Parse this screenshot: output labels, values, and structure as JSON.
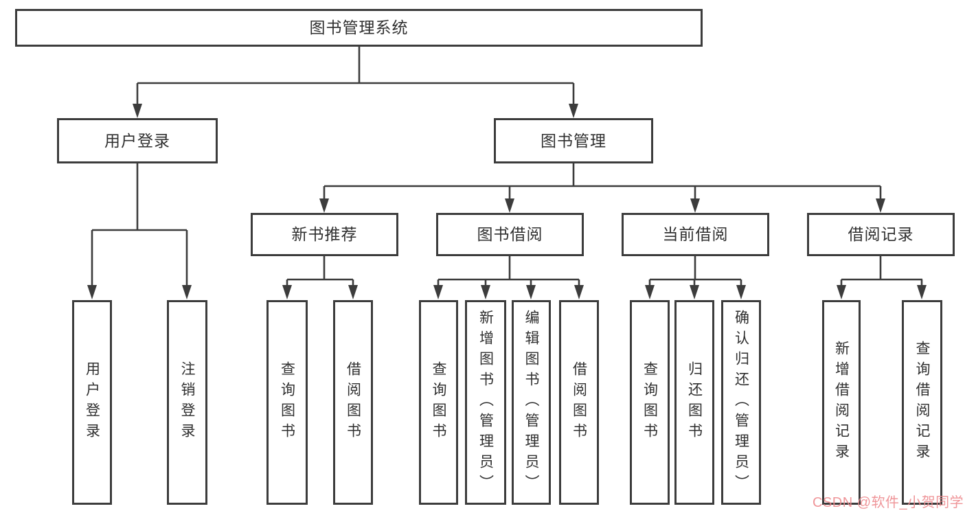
{
  "title": {
    "label": "图书管理系统"
  },
  "level2": {
    "user_login": "用户登录",
    "book_mgmt": "图书管理"
  },
  "level3": {
    "new_books": "新书推荐",
    "borrowing": "图书借阅",
    "current": "当前借阅",
    "records": "借阅记录"
  },
  "leaves": {
    "login": "用户登录",
    "logout": "注销登录",
    "nb_query": "查询图书",
    "nb_borrow": "借阅图书",
    "bw_query": "查询图书",
    "bw_add": "新增图书（管理员）",
    "bw_edit": "编辑图书（管理员）",
    "bw_borrow": "借阅图书",
    "cur_query": "查询图书",
    "cur_return": "归还图书",
    "cur_confirm": "确认归还（管理员）",
    "rec_add": "新增借阅记录",
    "rec_query": "查询借阅记录"
  },
  "watermark": "CSDN @软件_小贺同学",
  "colors": {
    "stroke": "#3c3c3c",
    "text": "#2f2f2f",
    "watermark": "#ee8a8e",
    "background": "#ffffff"
  }
}
